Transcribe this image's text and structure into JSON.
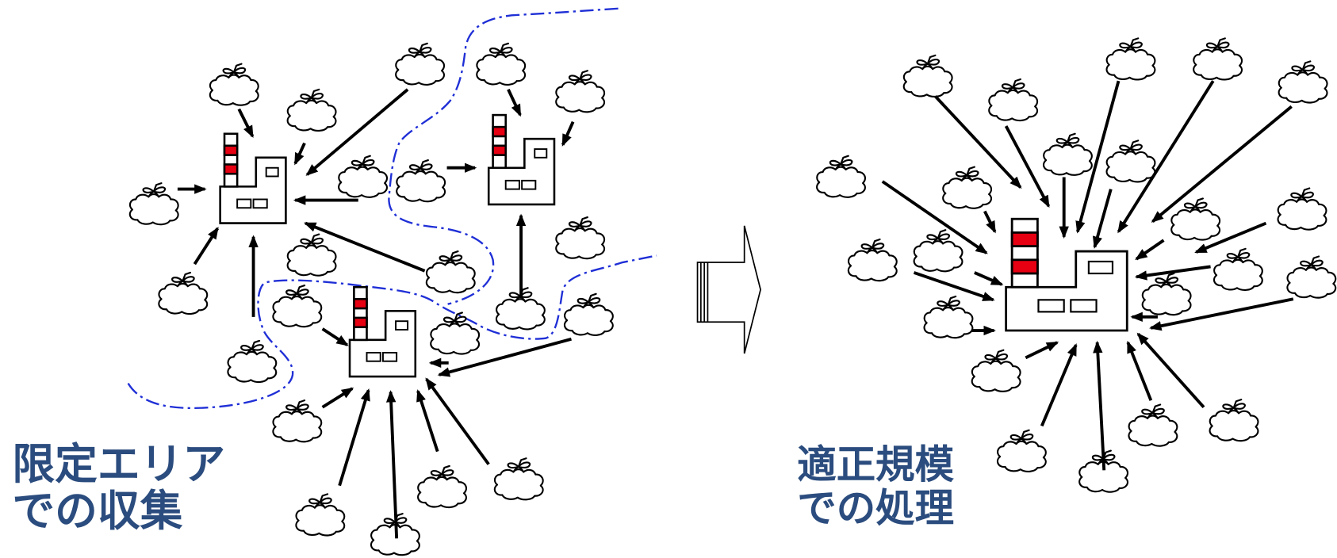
{
  "diagram": {
    "left_panel": {
      "caption_lines": [
        "限定エリア",
        "での収集"
      ]
    },
    "right_panel": {
      "caption_lines": [
        "適正規模",
        "での処理"
      ]
    }
  },
  "colors": {
    "caption": "#2b4c7e",
    "boundary_line": "#1f2fd6",
    "chimney_stripe": "#e60012",
    "outline": "#000000"
  },
  "icons": {
    "garbage_bag": "garbage-bag-icon",
    "factory": "incinerator-factory-icon",
    "collection_arrow": "arrow-icon",
    "transition_arrow": "hollow-right-arrow-icon"
  }
}
